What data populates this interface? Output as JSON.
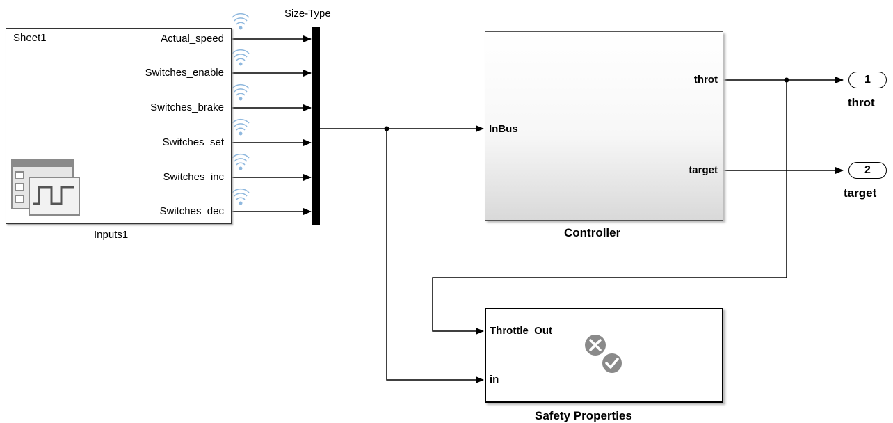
{
  "inputs_block": {
    "name": "Inputs1",
    "sheet": "Sheet1",
    "ports": [
      "Actual_speed",
      "Switches_enable",
      "Switches_brake",
      "Switches_set",
      "Switches_inc",
      "Switches_dec"
    ]
  },
  "mux_block": {
    "name": "Size-Type"
  },
  "controller_block": {
    "name": "Controller",
    "in_port": "InBus",
    "out_ports": [
      "throt",
      "target"
    ]
  },
  "safety_block": {
    "name": "Safety Properties",
    "in_ports": [
      "Throttle_Out",
      "in"
    ]
  },
  "outports": [
    {
      "number": "1",
      "name": "throt"
    },
    {
      "number": "2",
      "name": "target"
    }
  ],
  "colors": {
    "line": "#000000",
    "wifi": "#8fb8de",
    "icon_gray": "#8a8a8a"
  }
}
